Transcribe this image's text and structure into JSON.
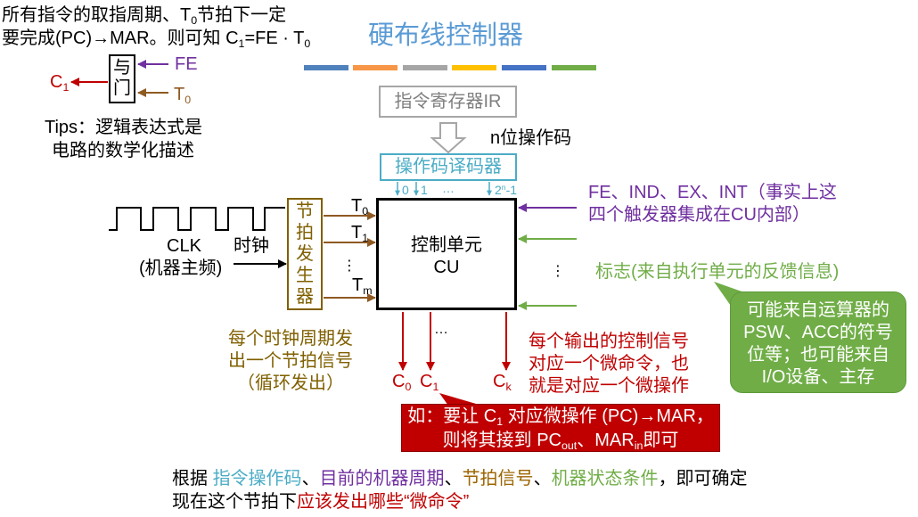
{
  "colors": {
    "title": "#5b9bd5",
    "ir_gray": "#7f7f7f",
    "decoder_blue": "#4bacc6",
    "beat_brown": "#806000",
    "gate_t_brown": "#8f5a22",
    "trigger_purple": "#7030a0",
    "flag_green": "#70ad47",
    "signal_red": "#c00000",
    "text_black": "#000000",
    "callout_text": "#ffffff"
  },
  "slide": {
    "title": "硬布线控制器",
    "accent_bars": [
      "#4f81bd",
      "#f79646",
      "#a5a5a5",
      "#ffc000",
      "#4472c4",
      "#70ad47"
    ]
  },
  "intro_note": {
    "line1": {
      "before": "所有指令的取指周期、T",
      "sub": "0",
      "after": "节拍下一定"
    },
    "line2": {
      "before": "要完成(PC)→MAR。则可知 C",
      "sub1": "1",
      "middle": "=FE · T",
      "sub2": "0"
    }
  },
  "and_gate": {
    "label_top": "与",
    "label_bottom": "门",
    "input_fe": "FE",
    "input_t": "T",
    "input_t_sub": "0",
    "output": "C",
    "output_sub": "1"
  },
  "tips": {
    "line1": "Tips：逻辑表达式是",
    "line2": "电路的数学化描述"
  },
  "instruction_register": {
    "label": "指令寄存器IR"
  },
  "opcode_width_label": "n位操作码",
  "decoder": {
    "label": "操作码译码器",
    "outputs": {
      "first": "0",
      "second": "1",
      "ellipsis": "…",
      "last_base": "2",
      "last_sup": "n",
      "last_tail": "-1"
    }
  },
  "control_unit": {
    "line1": "控制单元",
    "line2": "CU"
  },
  "clock": {
    "name": "CLK",
    "description": "(机器主频)",
    "arrow_label": "时钟"
  },
  "beat_generator": {
    "chars": [
      "节",
      "拍",
      "发",
      "生",
      "器"
    ],
    "outputs": [
      {
        "base": "T",
        "sub": "0"
      },
      {
        "base": "T",
        "sub": "1"
      },
      {
        "base": "T",
        "sub": "m"
      }
    ],
    "ellipsis": "⋮",
    "note": [
      "每个时钟周期发",
      "出一个节拍信号",
      "（循环发出）"
    ]
  },
  "trigger_inputs": {
    "line1": "FE、IND、EX、INT（事实上这",
    "line2": "四个触发器集成在CU内部）"
  },
  "status_flags": {
    "ellipsis": "⋮",
    "label": "标志(来自执行单元的反馈信息)"
  },
  "flag_source_callout": {
    "lines": [
      "可能来自运算器的",
      "PSW、ACC的符号",
      "位等；也可能来自",
      "I/O设备、主存"
    ]
  },
  "control_signals": {
    "items": [
      {
        "base": "C",
        "sub": "0"
      },
      {
        "base": "C",
        "sub": "1"
      },
      {
        "base": "C",
        "sub": "k"
      }
    ],
    "ellipsis": "…",
    "note": [
      "每个输出的控制信号",
      "对应一个微命令，也",
      "就是对应一个微操作"
    ]
  },
  "example_callout": {
    "line1": {
      "before": "如：要让 C",
      "sub": "1",
      "after": " 对应微操作 (PC)→MAR，"
    },
    "line2": {
      "before": "则将其接到 PC",
      "sub1": "out",
      "middle": "、MAR",
      "sub2": "in",
      "after": "即可"
    }
  },
  "summary": {
    "line1": [
      {
        "text": "根据 ",
        "color": "#000000"
      },
      {
        "text": "指令操作码",
        "color": "#4bacc6"
      },
      {
        "text": "、",
        "color": "#000000"
      },
      {
        "text": "目前的机器周期",
        "color": "#7030a0"
      },
      {
        "text": "、",
        "color": "#000000"
      },
      {
        "text": "节拍信号",
        "color": "#9c6500"
      },
      {
        "text": "、",
        "color": "#000000"
      },
      {
        "text": "机器状态条件",
        "color": "#70ad47"
      },
      {
        "text": "，即可确定",
        "color": "#000000"
      }
    ],
    "line2": [
      {
        "text": "现在这个节拍下",
        "color": "#000000"
      },
      {
        "text": "应该发出哪些“微命令”",
        "color": "#c00000"
      }
    ]
  }
}
